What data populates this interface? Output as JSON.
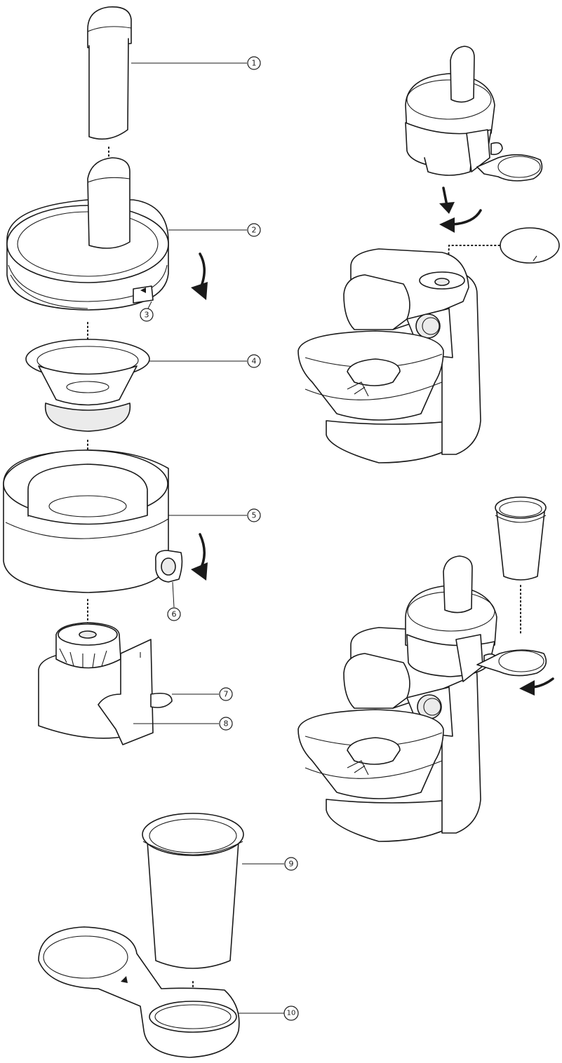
{
  "callouts": [
    {
      "id": "1",
      "label": "1"
    },
    {
      "id": "2",
      "label": "2"
    },
    {
      "id": "3",
      "label": "3"
    },
    {
      "id": "4",
      "label": "4"
    },
    {
      "id": "5",
      "label": "5"
    },
    {
      "id": "6",
      "label": "6"
    },
    {
      "id": "7",
      "label": "7"
    },
    {
      "id": "8",
      "label": "8"
    },
    {
      "id": "9",
      "label": "9"
    },
    {
      "id": "10",
      "label": "10"
    }
  ],
  "colors": {
    "line": "#1a1a1a",
    "fill": "#ffffff",
    "shade": "#ebebeb"
  },
  "icons": [
    "pusher",
    "feed-tube-lid",
    "filter-basket",
    "pulp-bowl",
    "pulp-lever",
    "drive-base",
    "juice-spout",
    "juice-cup",
    "cup-holder",
    "stand-mixer",
    "rotate-arrow"
  ]
}
